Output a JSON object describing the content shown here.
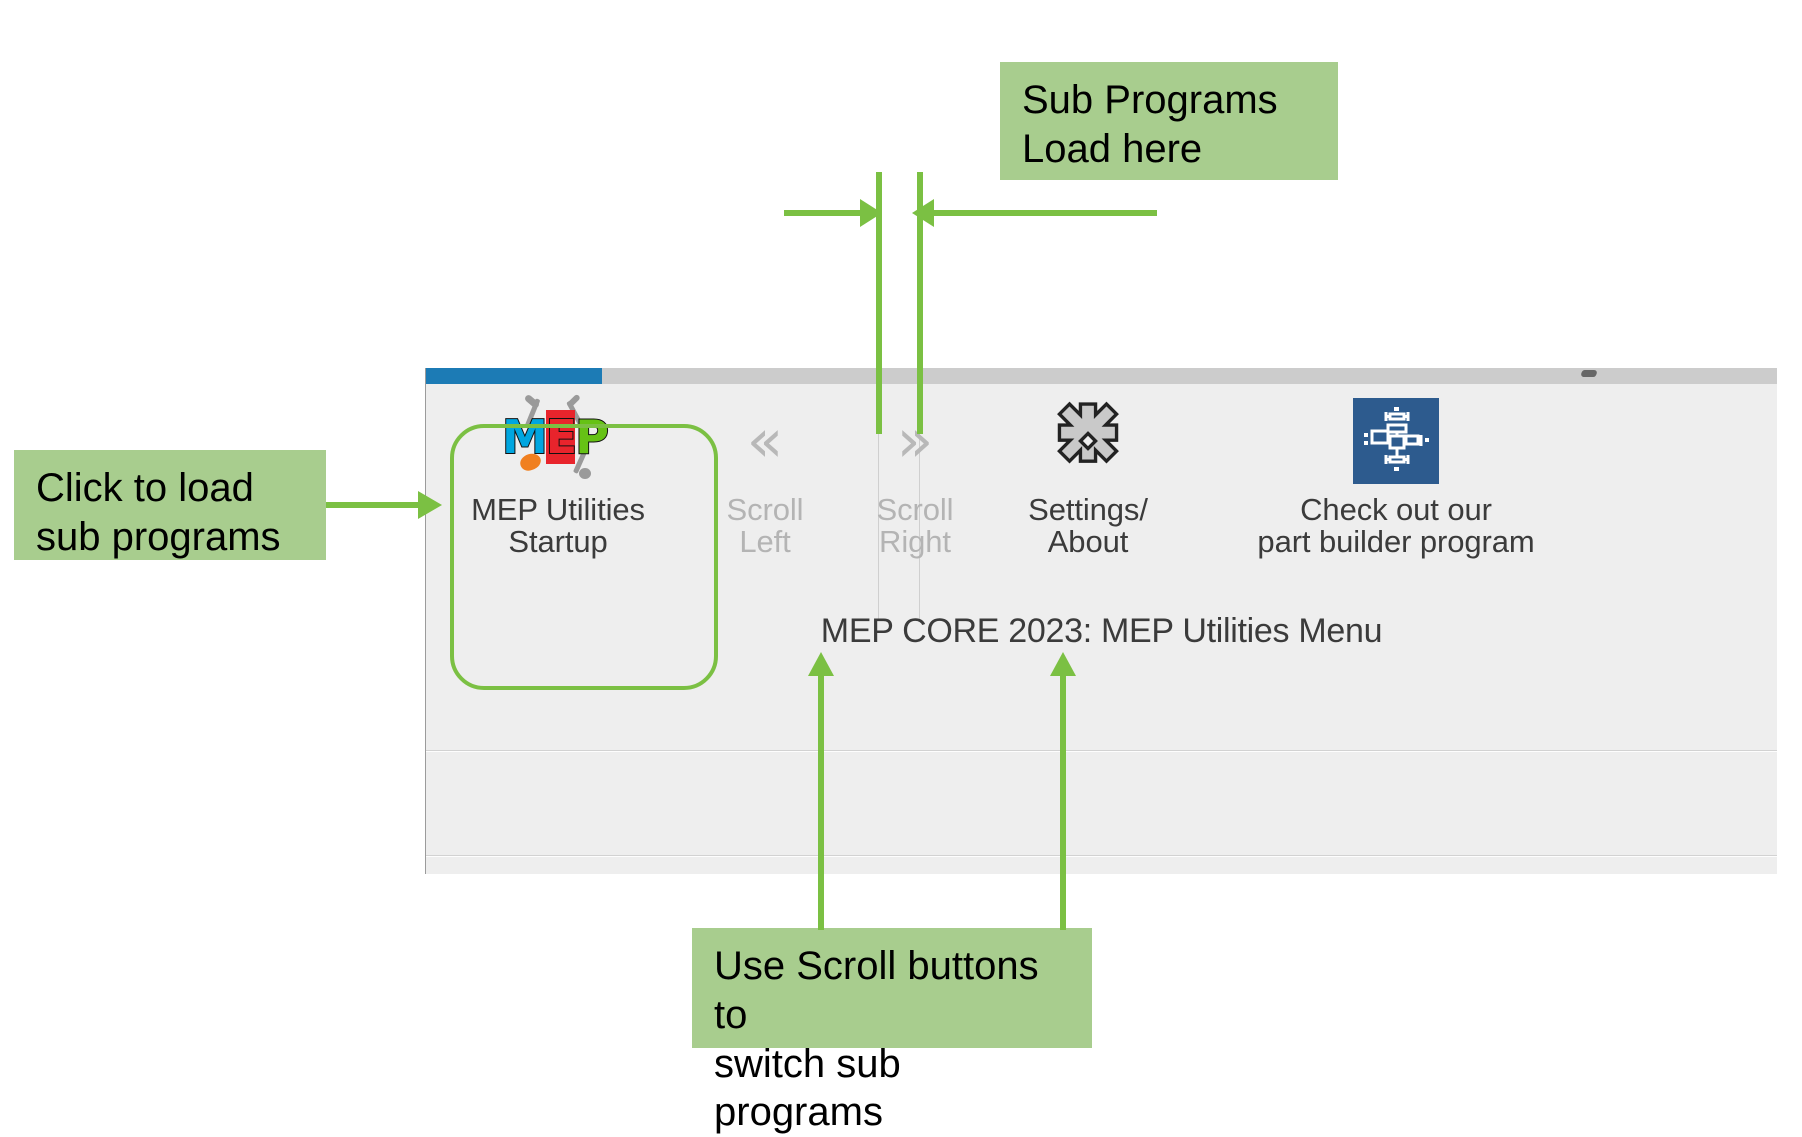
{
  "window": {
    "tab_strip": {
      "active_tab_color": "#1c7bb5",
      "strip_color": "#cccccc"
    },
    "panel_caption": "MEP CORE 2023: MEP Utilities Menu",
    "buttons": [
      {
        "id": "mep-utilities-startup",
        "label": "MEP Utilities\nStartup",
        "icon": "mep-logo-icon",
        "enabled": true,
        "highlighted": true,
        "logo_letters": {
          "m": "M",
          "e": "E",
          "p": "P"
        },
        "logo_colors": {
          "m": "#00a6e0",
          "e": "#e8242c",
          "p": "#66c215",
          "drop": "#f08020"
        }
      },
      {
        "id": "scroll-left",
        "label": "Scroll\nLeft",
        "icon": "double-chevron-left-icon",
        "glyph": "«",
        "enabled": false,
        "highlighted": false
      },
      {
        "id": "scroll-right",
        "label": "Scroll\nRight",
        "icon": "double-chevron-right-icon",
        "glyph": "»",
        "enabled": false,
        "highlighted": false
      },
      {
        "id": "settings-about",
        "label": "Settings/\nAbout",
        "icon": "gear-icon",
        "enabled": true,
        "highlighted": false
      },
      {
        "id": "part-builder",
        "label": "Check out our\npart builder program",
        "icon": "part-builder-icon",
        "icon_color": "#2d5b8e",
        "enabled": true,
        "highlighted": false
      }
    ]
  },
  "annotations": {
    "accent_color": "#7bc043",
    "box_color": "#a8cd8e",
    "callout_top": "Sub Programs\nLoad here",
    "callout_left": "Click to load\nsub programs",
    "callout_bottom": "Use Scroll buttons to\nswitch sub programs"
  }
}
